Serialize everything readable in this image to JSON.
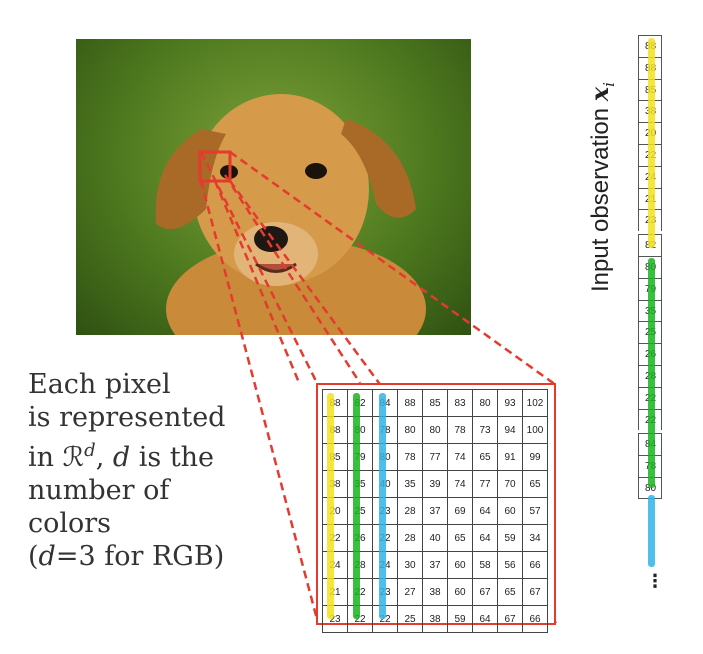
{
  "caption": {
    "line1": "Each pixel",
    "line2": "is represented",
    "line3_pre": "in ",
    "line3_space": "ℛ",
    "line3_exp": "d",
    "line3_mid": ", ",
    "line3_var": "d",
    "line3_post": " is the",
    "line4": "number of",
    "line5": "colors",
    "line6_pre": "(",
    "line6_var": "d",
    "line6_post": "=3 for RGB)"
  },
  "vector_title": {
    "text": "Input observation ",
    "var": "x",
    "sub": "i"
  },
  "pixel_grid": [
    [
      "88",
      "82",
      "84",
      "88",
      "85",
      "83",
      "80",
      "93",
      "102"
    ],
    [
      "88",
      "80",
      "78",
      "80",
      "80",
      "78",
      "73",
      "94",
      "100"
    ],
    [
      "85",
      "79",
      "80",
      "78",
      "77",
      "74",
      "65",
      "91",
      "99"
    ],
    [
      "38",
      "35",
      "40",
      "35",
      "39",
      "74",
      "77",
      "70",
      "65"
    ],
    [
      "20",
      "25",
      "23",
      "28",
      "37",
      "69",
      "64",
      "60",
      "57"
    ],
    [
      "22",
      "26",
      "22",
      "28",
      "40",
      "65",
      "64",
      "59",
      "34"
    ],
    [
      "24",
      "28",
      "24",
      "30",
      "37",
      "60",
      "58",
      "56",
      "66"
    ],
    [
      "21",
      "22",
      "23",
      "27",
      "38",
      "60",
      "67",
      "65",
      "67"
    ],
    [
      "23",
      "22",
      "22",
      "25",
      "38",
      "59",
      "64",
      "67",
      "66"
    ]
  ],
  "vector_values": [
    "88",
    "88",
    "85",
    "38",
    "20",
    "22",
    "24",
    "21",
    "23",
    "82",
    "80",
    "79",
    "35",
    "25",
    "26",
    "28",
    "22",
    "22",
    "84",
    "78",
    "80"
  ],
  "ellipsis": "⋮",
  "colors": {
    "highlight": "#e53a2e",
    "yellow": "#f2e21a",
    "green": "#17b41e",
    "blue": "#2fb3e6"
  }
}
